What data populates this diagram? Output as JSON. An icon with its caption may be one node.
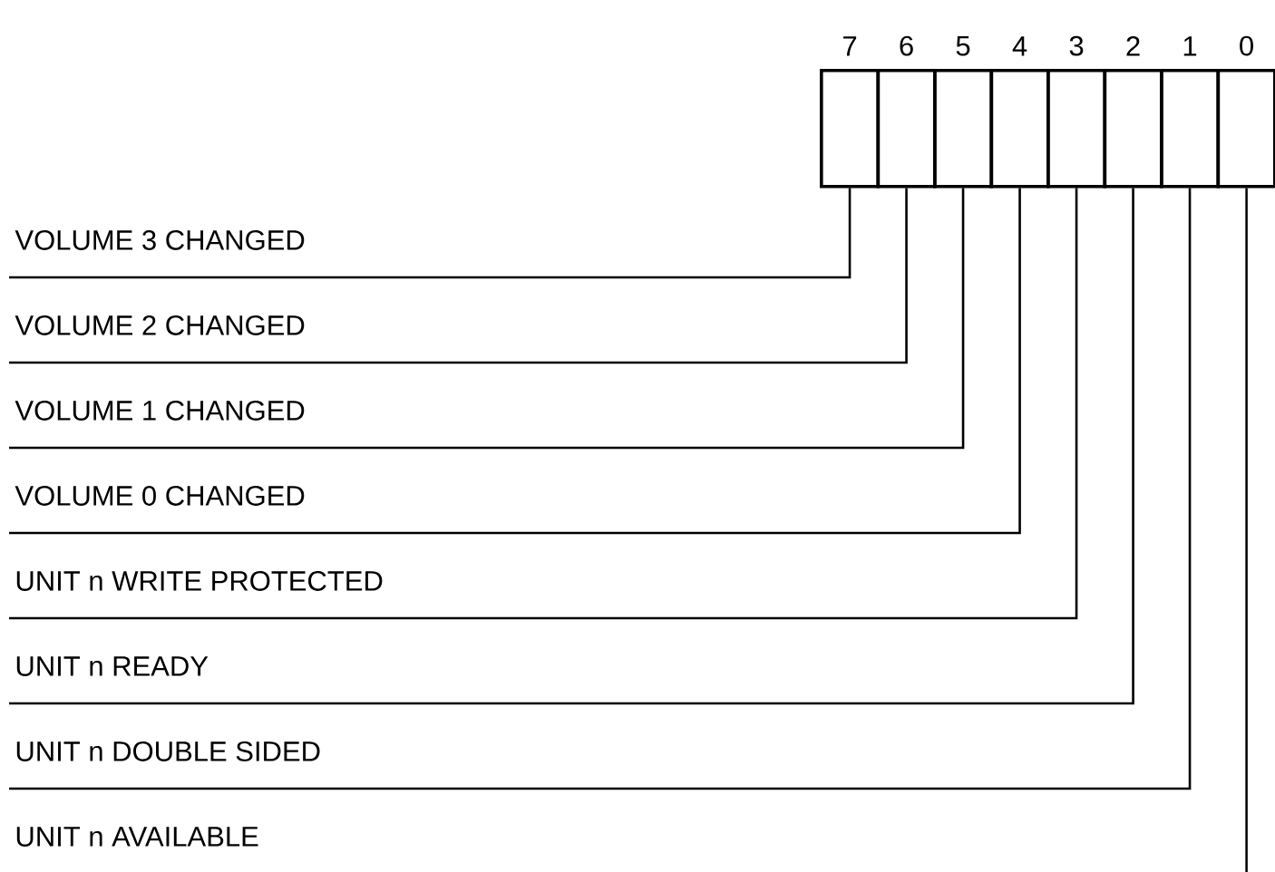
{
  "diagram": {
    "nodes": [
      {
        "text": [
          "7"
        ]
      },
      {
        "text": [
          "6"
        ]
      },
      {
        "text": [
          "5"
        ]
      },
      {
        "text": [
          "4"
        ]
      },
      {
        "text": [
          "3"
        ]
      },
      {
        "text": [
          "2"
        ]
      },
      {
        "text": [
          "1"
        ]
      },
      {
        "text": [
          "0"
        ]
      },
      {
        "text": [
          "VOLUME 3 CHANGED"
        ]
      },
      {
        "text": [
          "VOLUME 2 CHANGED"
        ]
      },
      {
        "text": [
          "VOLUME 1 CHANGED"
        ]
      },
      {
        "text": [
          "VOLUME 0 CHANGED"
        ]
      },
      {
        "text": [
          "UNIT n WRITE PROTECTED"
        ]
      },
      {
        "text": [
          "UNIT n READY"
        ]
      },
      {
        "text": [
          "UNIT n DOUBLE SIDED"
        ]
      },
      {
        "text": [
          "UNIT n AVAILABLE"
        ]
      }
    ],
    "edges": [
      {
        "from": 8,
        "to": 0,
        "arrow": "none"
      },
      {
        "from": 9,
        "to": 1,
        "arrow": "none"
      },
      {
        "from": 10,
        "to": 2,
        "arrow": "none"
      },
      {
        "from": 11,
        "to": 3,
        "arrow": "none"
      },
      {
        "from": 12,
        "to": 4,
        "arrow": "none"
      },
      {
        "from": 13,
        "to": 5,
        "arrow": "none"
      },
      {
        "from": 14,
        "to": 6,
        "arrow": "none"
      },
      {
        "from": null,
        "to": 7,
        "arrow": "none"
      }
    ]
  }
}
